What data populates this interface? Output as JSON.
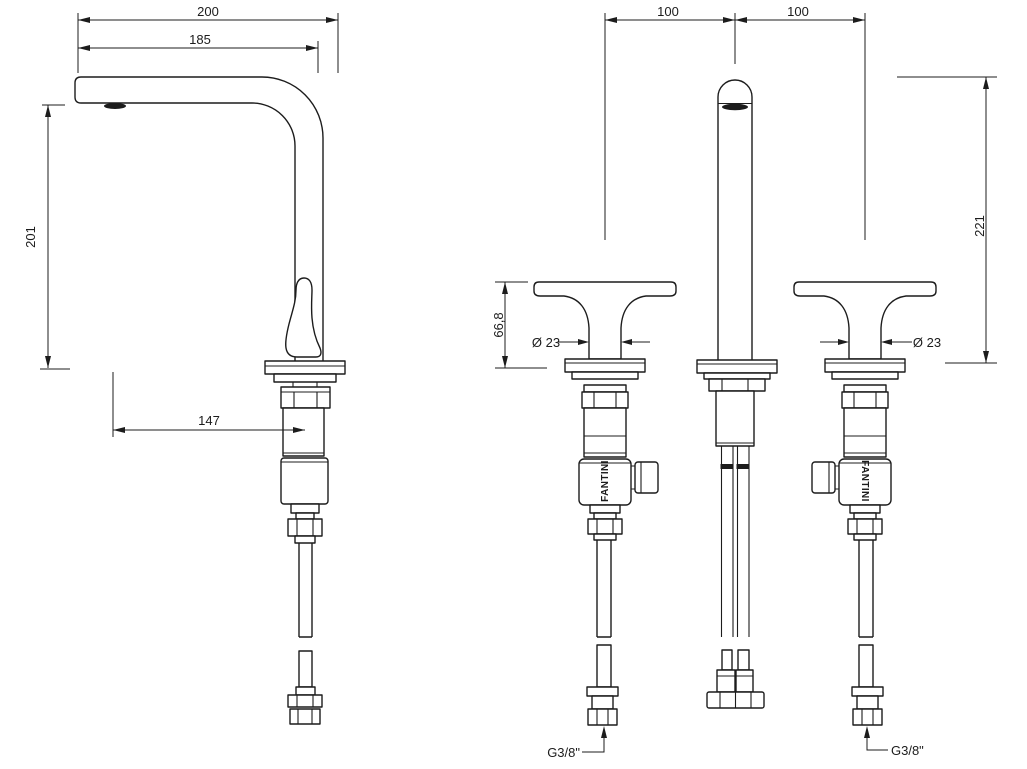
{
  "side_view": {
    "dim_total_reach": "200",
    "dim_spout_reach": "185",
    "dim_spout_height": "201",
    "dim_outlet_offset": "147"
  },
  "front_view": {
    "dim_left_spacing": "100",
    "dim_right_spacing": "100",
    "dim_total_height": "221",
    "dim_handle_height": "66,8",
    "dim_handle_diameter_left": "Ø 23",
    "dim_handle_diameter_right": "Ø 23",
    "brand_left": "FANTINI",
    "brand_right": "FANTINI",
    "thread_size_left": "G3/8\"",
    "thread_size_right": "G3/8\""
  },
  "colors": {
    "line": "#1c1c1c",
    "background": "#ffffff"
  }
}
